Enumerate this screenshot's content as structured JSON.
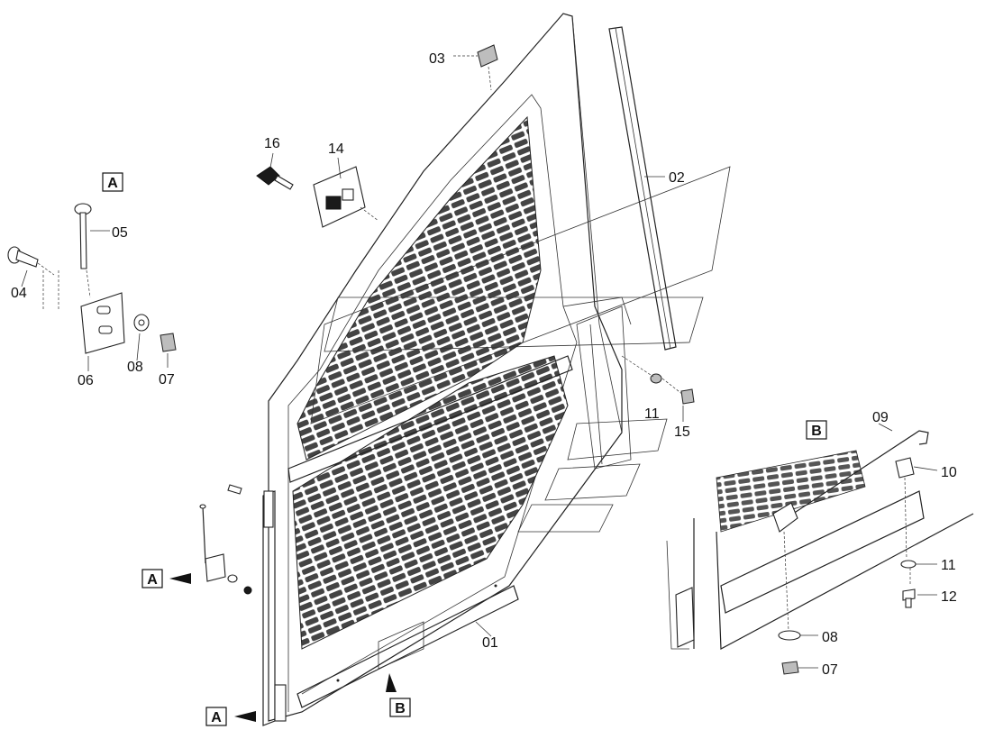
{
  "views": {
    "detail_a_label": "A",
    "detail_b_label": "B",
    "arrow_a_upper": "A",
    "arrow_a_lower": "A",
    "arrow_b": "B"
  },
  "callouts": {
    "p01": "01",
    "p02": "02",
    "p03": "03",
    "p04": "04",
    "p05": "05",
    "p06": "06",
    "p07_a": "07",
    "p08_a": "08",
    "p11_main": "11",
    "p14": "14",
    "p15": "15",
    "p16": "16",
    "p09": "09",
    "p10": "10",
    "p11_b": "11",
    "p12": "12",
    "p08_b": "08",
    "p07_b": "07"
  }
}
